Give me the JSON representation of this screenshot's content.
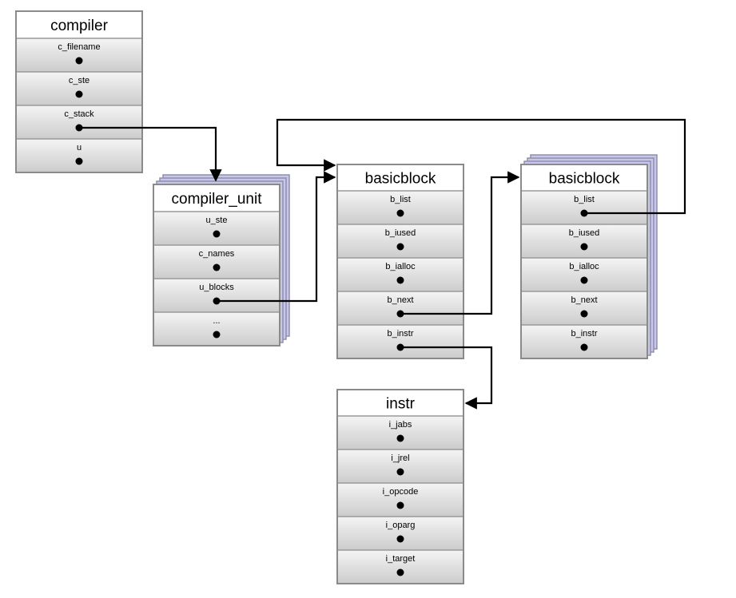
{
  "structs": [
    {
      "id": "compiler",
      "title": "compiler",
      "stacked": false,
      "fields": [
        "c_filename",
        "c_ste",
        "c_stack",
        "u"
      ]
    },
    {
      "id": "compiler_unit",
      "title": "compiler_unit",
      "stacked": true,
      "fields": [
        "u_ste",
        "c_names",
        "u_blocks",
        "..."
      ]
    },
    {
      "id": "basicblock_1",
      "title": "basicblock",
      "stacked": false,
      "fields": [
        "b_list",
        "b_iused",
        "b_ialloc",
        "b_next",
        "b_instr"
      ]
    },
    {
      "id": "basicblock_2",
      "title": "basicblock",
      "stacked": true,
      "fields": [
        "b_list",
        "b_iused",
        "b_ialloc",
        "b_next",
        "b_instr"
      ]
    },
    {
      "id": "instr",
      "title": "instr",
      "stacked": false,
      "fields": [
        "i_jabs",
        "i_jrel",
        "i_opcode",
        "i_oparg",
        "i_target"
      ]
    }
  ],
  "pointers": [
    {
      "from": "compiler.c_stack",
      "to": "compiler_unit"
    },
    {
      "from": "compiler_unit.u_blocks",
      "to": "basicblock_1"
    },
    {
      "from": "basicblock_1.b_next",
      "to": "basicblock_2"
    },
    {
      "from": "basicblock_2.b_list",
      "to": "basicblock_1"
    },
    {
      "from": "basicblock_1.b_instr",
      "to": "instr"
    }
  ],
  "colors": {
    "field_fill_top": "#f4f4f4",
    "field_fill_bottom": "#cccccc",
    "stack_shadow": "#c9c6ee",
    "border": "#8a8a8a"
  }
}
